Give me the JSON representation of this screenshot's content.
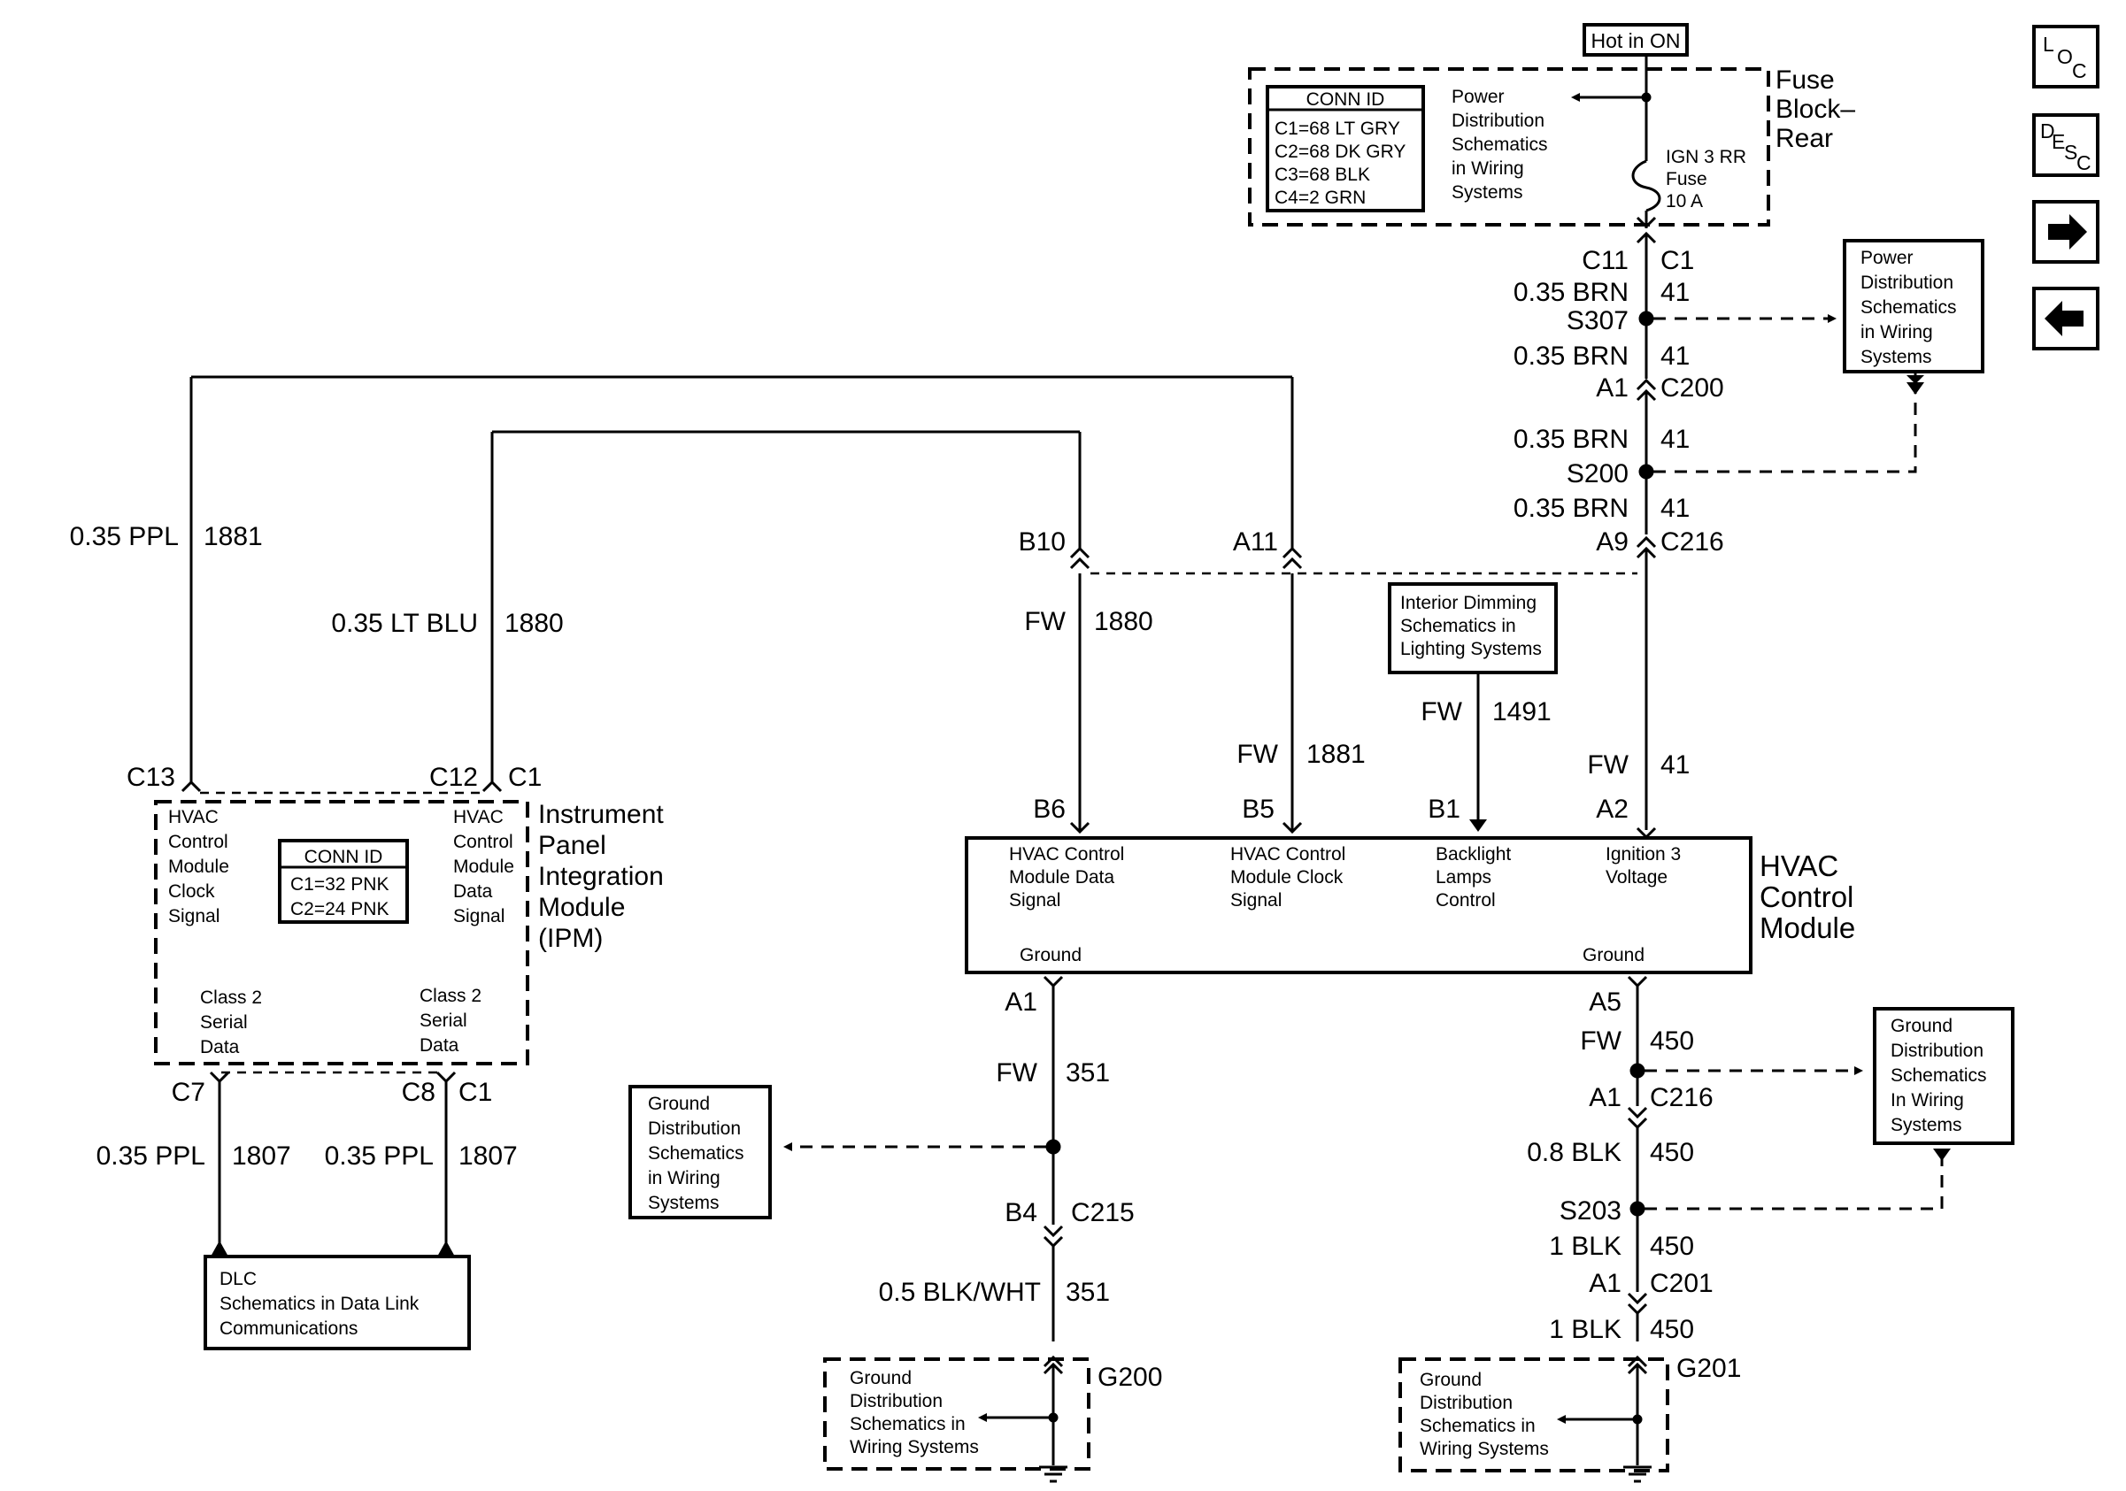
{
  "nav": {
    "loc": [
      "L",
      "O",
      "C"
    ],
    "desc": [
      "D",
      "E",
      "S",
      "C"
    ],
    "next_icon": "arrow-right-icon",
    "prev_icon": "arrow-left-icon"
  },
  "fuse_block": {
    "hot_label": "Hot in ON",
    "title": [
      "Fuse",
      "Block–",
      "Rear"
    ],
    "conn_id_title": "CONN ID",
    "conn_ids": [
      "C1=68 LT GRY",
      "C2=68 DK GRY",
      "C3=68 BLK",
      "C4=2 GRN"
    ],
    "power_dist": [
      "Power",
      "Distribution",
      "Schematics",
      "in Wiring",
      "Systems"
    ],
    "fuse": [
      "IGN 3 RR",
      "Fuse",
      "10 A"
    ]
  },
  "ign_circuit": {
    "c11": "C11",
    "c1": "C1",
    "w1_gauge": "0.35 BRN",
    "w1_circuit": "41",
    "s307": "S307",
    "w2_gauge": "0.35 BRN",
    "w2_circuit": "41",
    "a1": "A1",
    "c200": "C200",
    "w3_gauge": "0.35 BRN",
    "w3_circuit": "41",
    "s200": "S200",
    "w4_gauge": "0.35 BRN",
    "w4_circuit": "41",
    "a9": "A9",
    "c216": "C216",
    "fw_gauge": "FW",
    "fw_circuit": "41",
    "a2": "A2"
  },
  "power_dist_box": [
    "Power",
    "Distribution",
    "Schematics",
    "in Wiring",
    "Systems"
  ],
  "ipm": {
    "title": [
      "Instrument",
      "Panel",
      "Integration",
      "Module",
      "(IPM)"
    ],
    "c13": "C13",
    "c12": "C12",
    "c1": "C1",
    "clock_signal": [
      "HVAC",
      "Control",
      "Module",
      "Clock",
      "Signal"
    ],
    "data_signal": [
      "HVAC",
      "Control",
      "Module",
      "Data",
      "Signal"
    ],
    "conn_id_title": "CONN ID",
    "conn_ids": [
      "C1=32 PNK",
      "C2=24 PNK"
    ],
    "serial_left": [
      "Class 2",
      "Serial",
      "Data"
    ],
    "serial_right": [
      "Class 2",
      "Serial",
      "Data"
    ],
    "c7": "C7",
    "c8": "C8",
    "c1b": "C1",
    "ppl_left_gauge": "0.35 PPL",
    "ppl_left_circuit": "1807",
    "ppl_right_gauge": "0.35 PPL",
    "ppl_right_circuit": "1807"
  },
  "clock_wire": {
    "gauge": "0.35 PPL",
    "circuit": "1881"
  },
  "data_wire": {
    "gauge": "0.35 LT BLU",
    "circuit": "1880"
  },
  "dlc_box": [
    "DLC",
    "Schematics in Data Link",
    "Communications"
  ],
  "hvac": {
    "title": [
      "HVAC",
      "Control",
      "Module"
    ],
    "b10": "B10",
    "a11": "A11",
    "fw_1880": "FW",
    "c_1880": "1880",
    "fw_1881": "FW",
    "c_1881": "1881",
    "fw_1491": "FW",
    "c_1491": "1491",
    "b6": "B6",
    "b5": "B5",
    "b1": "B1",
    "data_signal": [
      "HVAC Control",
      "Module Data",
      "Signal"
    ],
    "clock_signal": [
      "HVAC Control",
      "Module Clock",
      "Signal"
    ],
    "backlight": [
      "Backlight",
      "Lamps",
      "Control"
    ],
    "ignition": [
      "Ignition 3",
      "Voltage"
    ],
    "ground_left": "Ground",
    "ground_right": "Ground"
  },
  "dimming_box": [
    "Interior Dimming",
    "Schematics in",
    "Lighting Systems"
  ],
  "ground_left": {
    "a1": "A1",
    "fw": "FW",
    "c351": "351",
    "b4": "B4",
    "c215": "C215",
    "gauge2": "0.5 BLK/WHT",
    "c351b": "351",
    "g200": "G200",
    "box": [
      "Ground",
      "Distribution",
      "Schematics",
      "in Wiring",
      "Systems"
    ],
    "g_box": [
      "Ground",
      "Distribution",
      "Schematics in",
      "Wiring Systems"
    ]
  },
  "ground_right": {
    "a5": "A5",
    "fw": "FW",
    "c450a": "450",
    "a1": "A1",
    "c216": "C216",
    "gauge2": "0.8 BLK",
    "c450b": "450",
    "s203": "S203",
    "gauge3": "1 BLK",
    "c450c": "450",
    "a1b": "A1",
    "c201": "C201",
    "gauge4": "1 BLK",
    "c450d": "450",
    "g201": "G201",
    "box": [
      "Ground",
      "Distribution",
      "Schematics",
      "In Wiring",
      "Systems"
    ],
    "g_box": [
      "Ground",
      "Distribution",
      "Schematics in",
      "Wiring Systems"
    ]
  }
}
